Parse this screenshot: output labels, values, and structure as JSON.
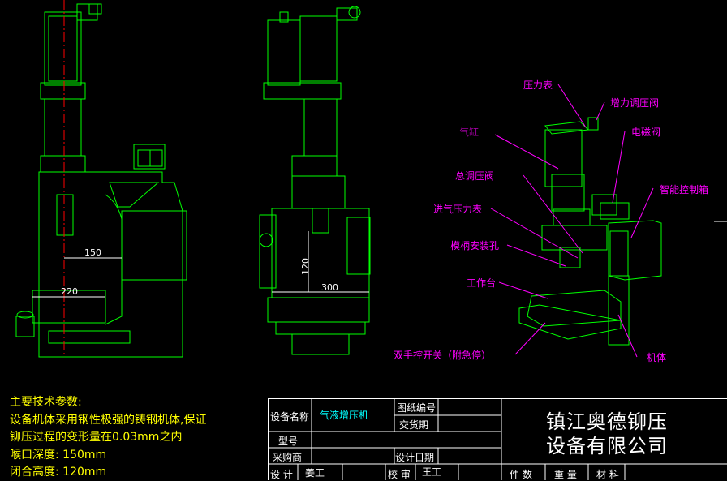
{
  "dimensions": {
    "throat": "150",
    "table_width": "220",
    "side_height": "120",
    "side_width": "300"
  },
  "callouts": [
    {
      "label": "压力表"
    },
    {
      "label": "增力调压阀"
    },
    {
      "label": "气缸"
    },
    {
      "label": "电磁阀"
    },
    {
      "label": "总调压阀"
    },
    {
      "label": "智能控制箱"
    },
    {
      "label": "进气压力表"
    },
    {
      "label": "模柄安装孔"
    },
    {
      "label": "工作台"
    },
    {
      "label": "双手控开关（附急停）"
    },
    {
      "label": "机体"
    }
  ],
  "specs": {
    "title": "主要技术参数:",
    "line1": "设备机体采用钢性极强的铸钢机体,保证",
    "line2": "铆压过程的变形量在0.03mm之内",
    "line3": "喉口深度: 150mm",
    "line4": "闭合高度: 120mm"
  },
  "title_block": {
    "equipment_name_label": "设备名称",
    "equipment_name": "气液增压机",
    "drawing_no_label": "图纸编号",
    "delivery_label": "交货期",
    "model_label": "型号",
    "purchaser_label": "采购商",
    "design_date_label": "设计日期",
    "designer_label": "设 计",
    "designer": "姜工",
    "reviewer_label": "校 审",
    "reviewer": "王工",
    "qty_label": "件 数",
    "weight_label": "重 量",
    "material_label": "材 料",
    "company_line1": "镇江奥德铆压",
    "company_line2": "设备有限公司"
  },
  "colors": {
    "drawing": "#00ff00",
    "callout": "#ff00ff",
    "spec": "#ffff00",
    "centerline": "#ff0000",
    "name": "#00ffff"
  }
}
